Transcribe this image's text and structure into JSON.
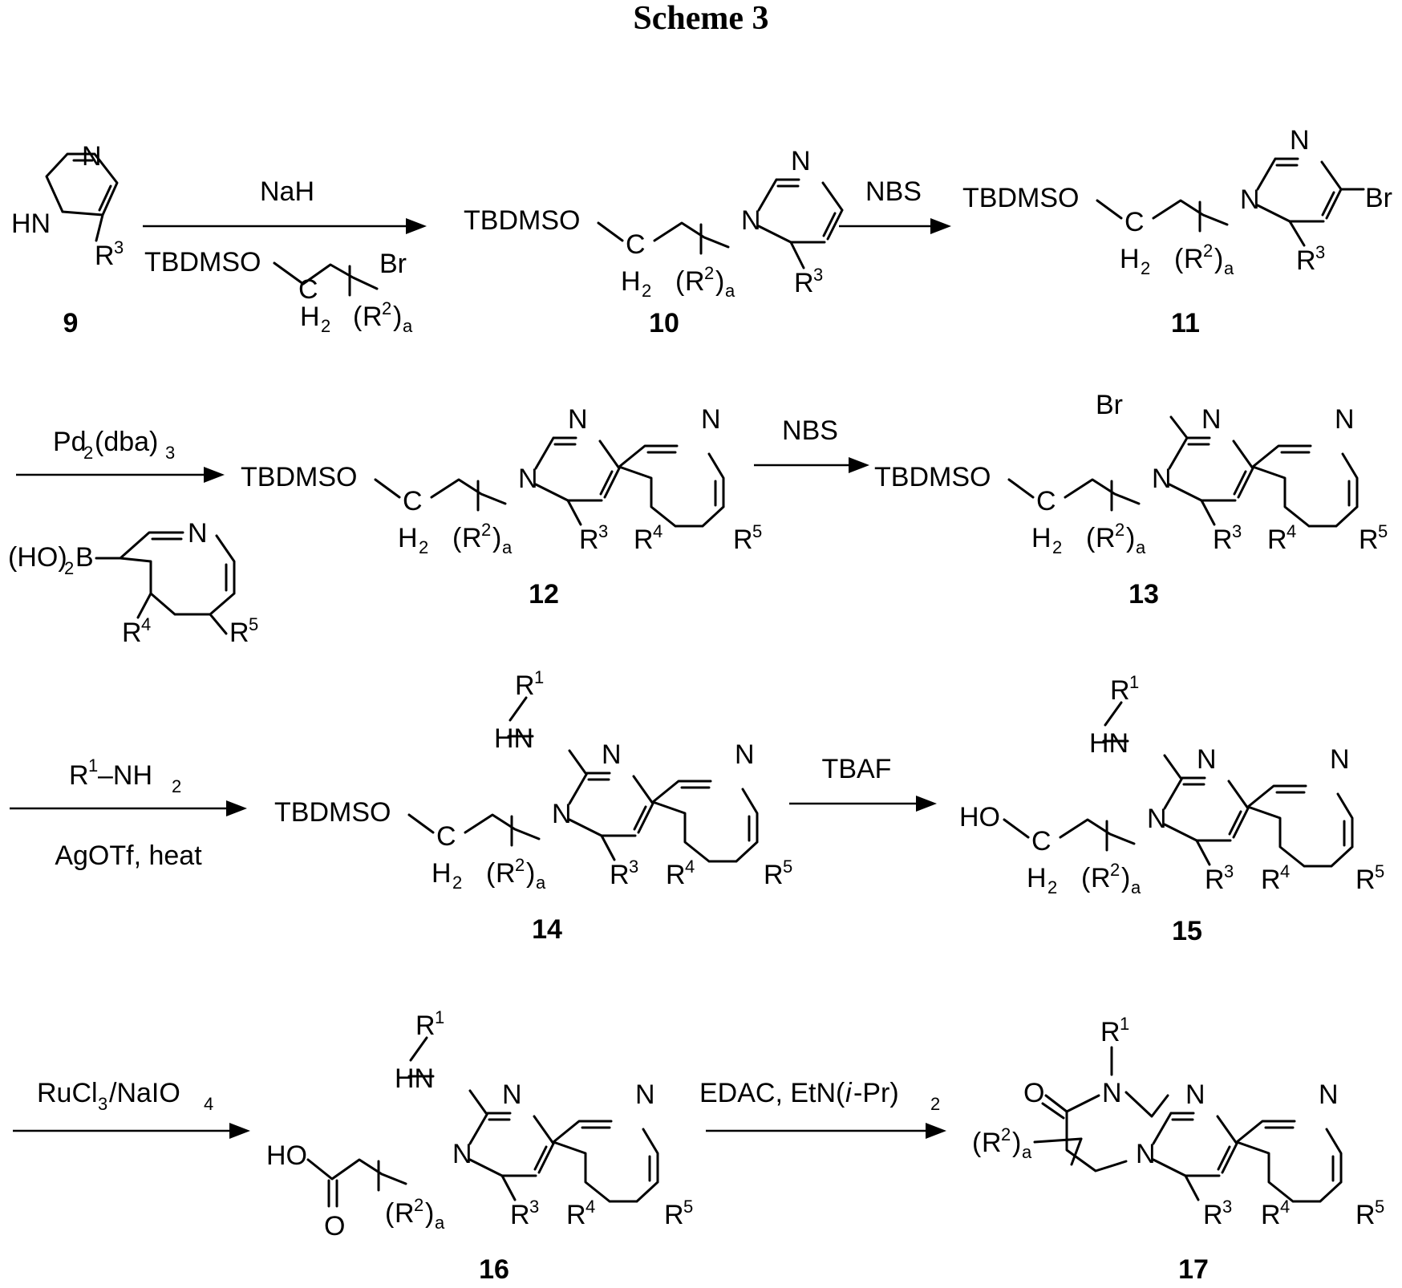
{
  "title": "Scheme 3",
  "compounds": [
    "9",
    "10",
    "11",
    "12",
    "13",
    "14",
    "15",
    "16",
    "17"
  ],
  "reagents": {
    "r1_top": "NaH",
    "r2_top": "NBS",
    "r3_top": "Pd",
    "r3_top_sub1": "2",
    "r3_top_mid": "(dba)",
    "r3_top_sub2": "3",
    "r4_top": "NBS",
    "r5_top_a": "R",
    "r5_top_sup": "1",
    "r5_top_b": "–NH",
    "r5_top_sub": "2",
    "r5_bottom": "AgOTf, heat",
    "r6_top": "TBAF",
    "r7_top_a": "RuCl",
    "r7_top_sub1": "3",
    "r7_top_b": "/NaIO",
    "r7_top_sub2": "4",
    "r8_top_a": "EDAC, EtN(",
    "r8_top_i": "i",
    "r8_top_b": "-Pr)",
    "r8_top_sub": "2"
  },
  "atoms": {
    "N": "N",
    "HN": "HN",
    "HO": "HO",
    "O": "O",
    "Br": "Br",
    "TBDMSO": "TBDMSO",
    "C": "C",
    "H": "H",
    "B": "B",
    "HO_paren": "(HO)",
    "R": "R",
    "R1": "1",
    "R2": "2",
    "R3": "3",
    "R4": "4",
    "R5": "5",
    "sub_a": "a",
    "sub_2": "2",
    "open": "(",
    "close": ")"
  }
}
